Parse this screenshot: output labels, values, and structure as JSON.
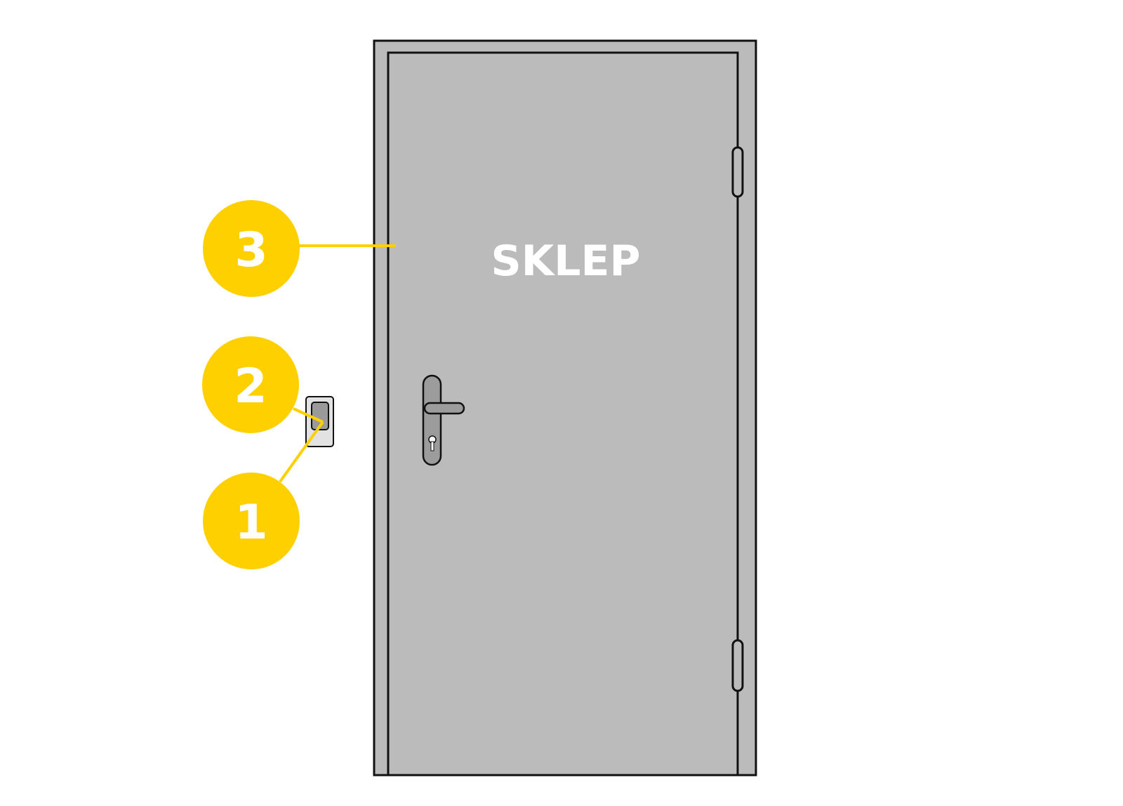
{
  "door": {
    "sign_text": "SKLEP"
  },
  "markers": [
    {
      "label": "1",
      "target": "switch-button"
    },
    {
      "label": "2",
      "target": "switch-button"
    },
    {
      "label": "3",
      "target": "door-frame"
    }
  ],
  "colors": {
    "marker_fill": "#FFD000",
    "marker_text": "#FFFFFF",
    "leader_line": "#FFD000",
    "door_fill": "#BBBBBB",
    "outline": "#111111",
    "switch_plate": "#E2E2E2",
    "switch_button": "#9A9A9A",
    "handle_fill": "#9C9C9C",
    "background": "#FFFFFF"
  }
}
